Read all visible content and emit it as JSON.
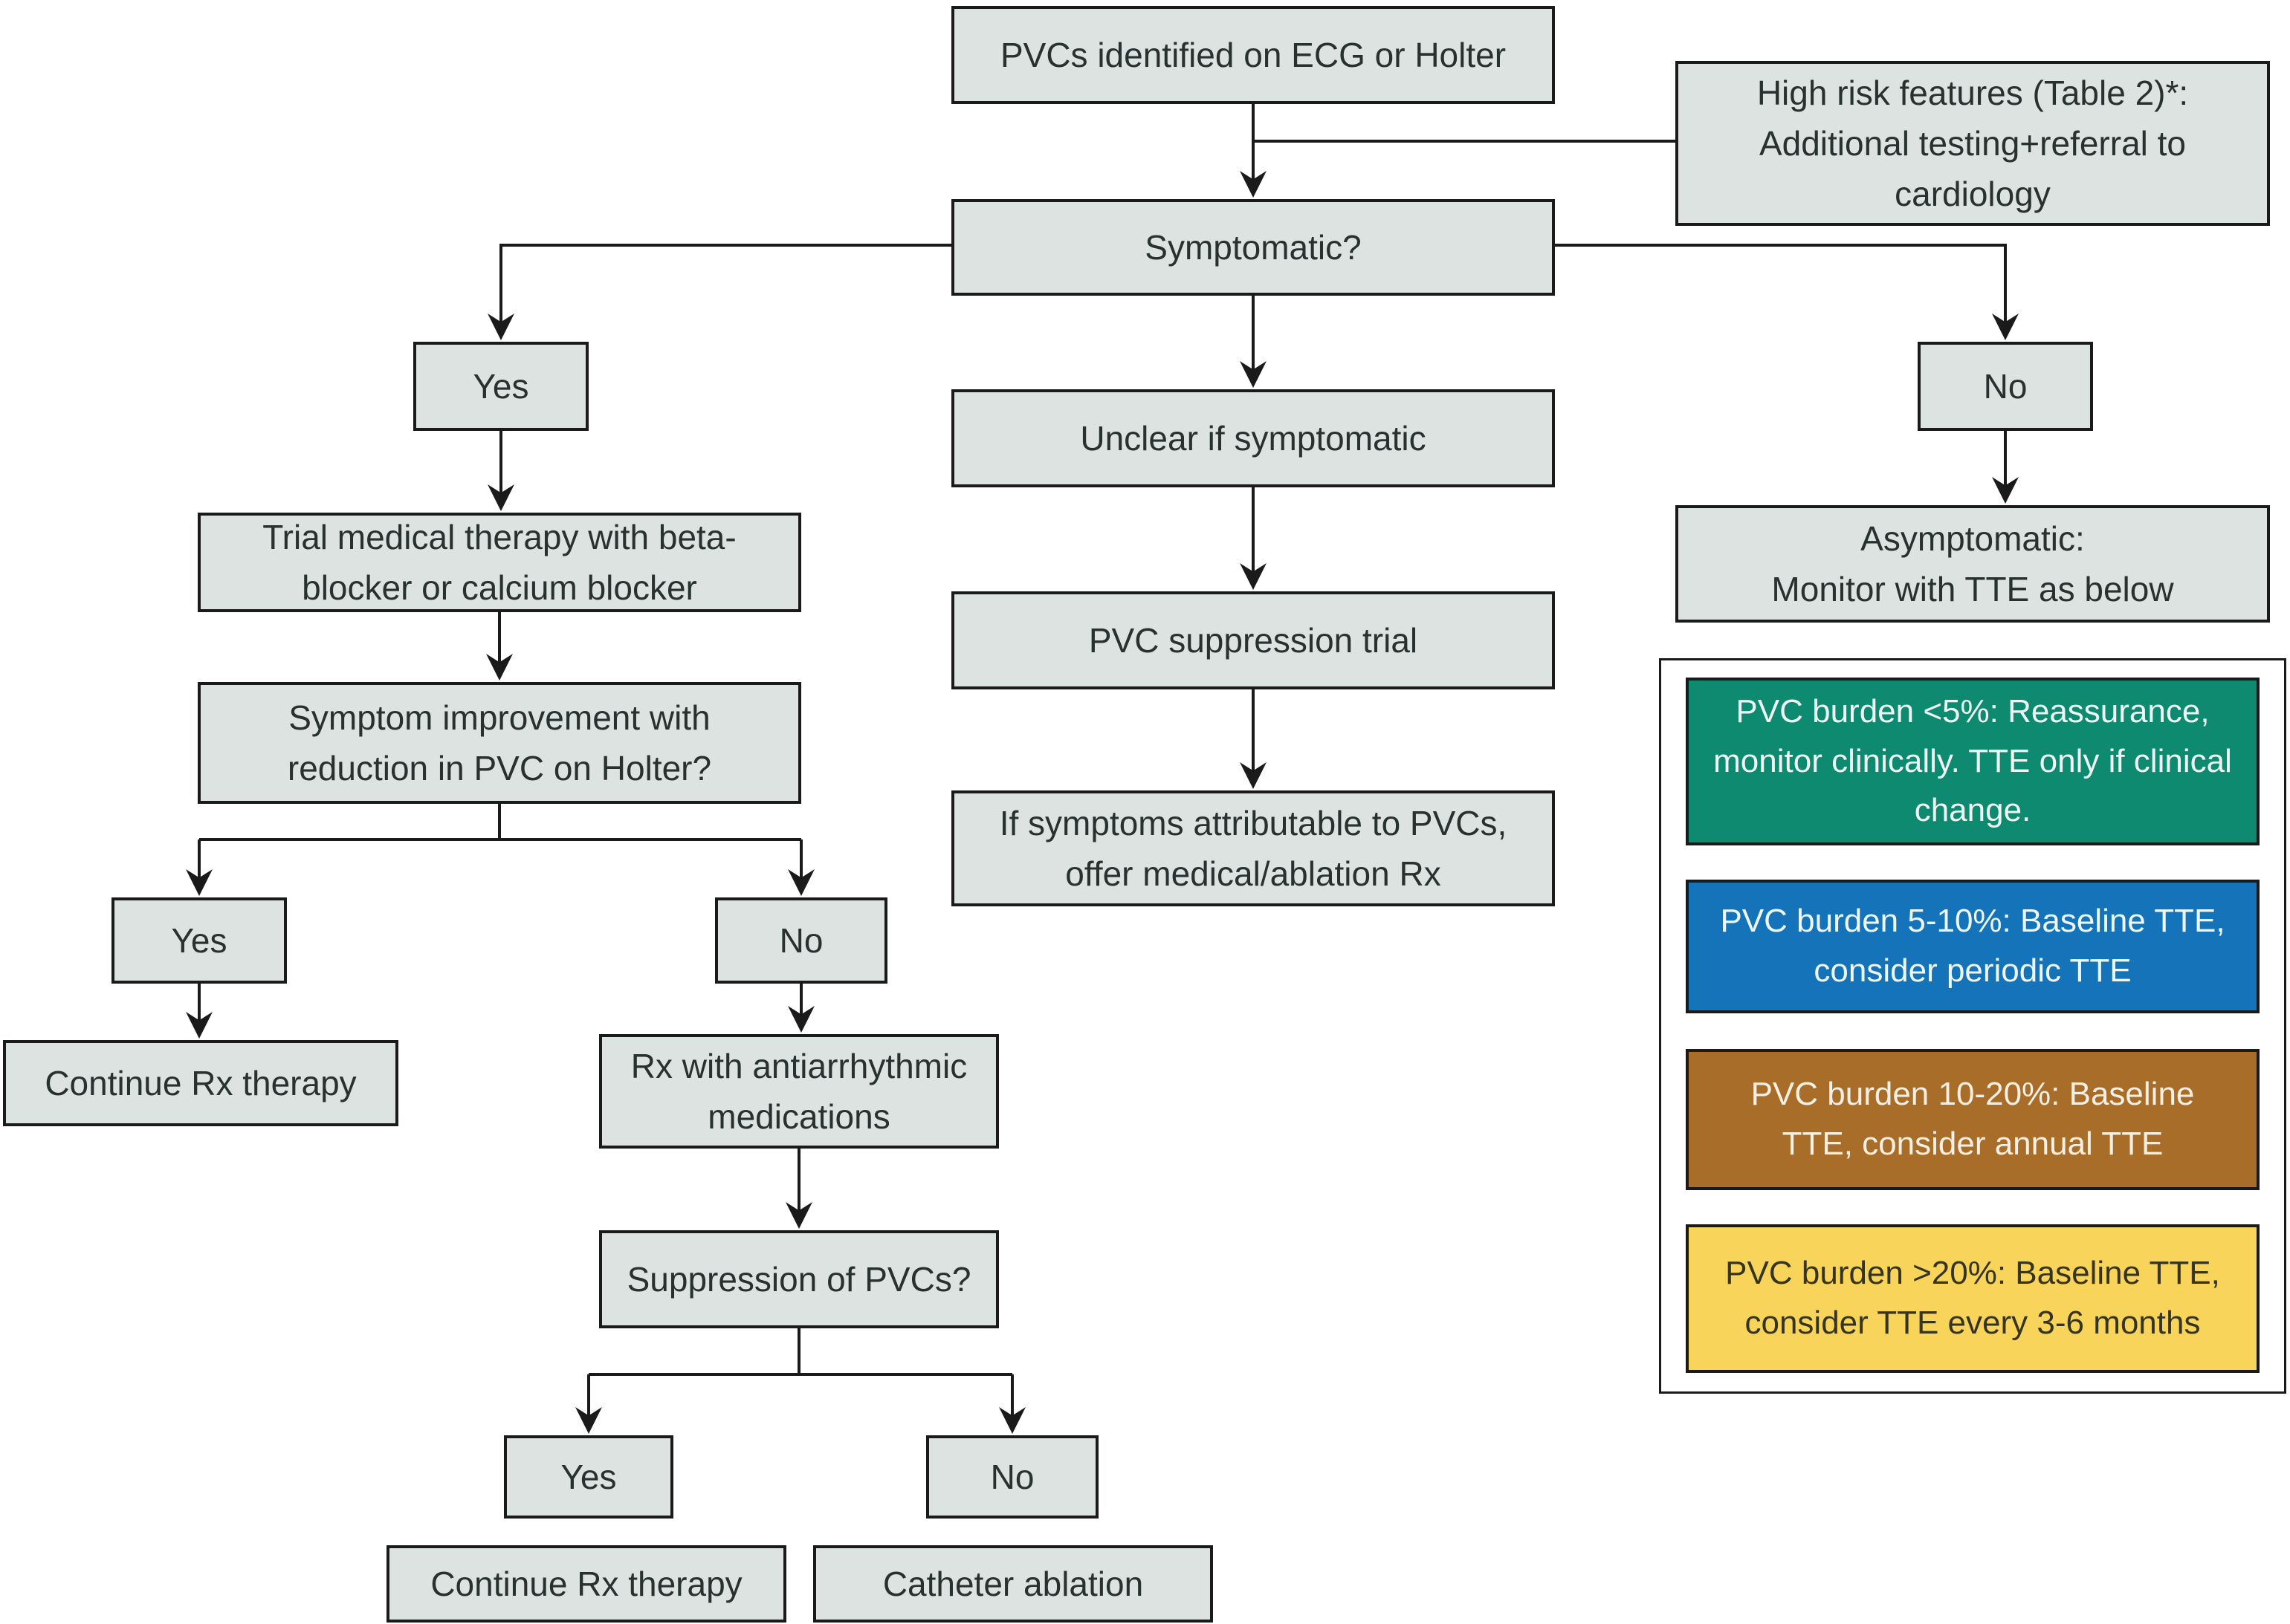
{
  "diagram": {
    "type": "flowchart",
    "background": "#ffffff",
    "line_color": "#1a1a1a",
    "node_fill": "#dde3e1",
    "node_border": "#1a1a1a",
    "text_color": "#273230"
  },
  "nodes": {
    "pvcs_top": {
      "label": "PVCs identified on ECG or Holter"
    },
    "high_risk": {
      "label": "High risk features (Table 2)*:\nAdditional testing+referral to\ncardiology"
    },
    "symptomatic": {
      "label": "Symptomatic?"
    },
    "yes_symptomatic": {
      "label": "Yes"
    },
    "trial_therapy": {
      "label": "Trial medical therapy with beta-\nblocker or calcium blocker"
    },
    "symptom_improvement": {
      "label": "Symptom improvement with\nreduction in PVC on Holter?"
    },
    "yes_improvement": {
      "label": "Yes"
    },
    "no_improvement": {
      "label": "No"
    },
    "continue_rx_1": {
      "label": "Continue Rx therapy"
    },
    "rx_antiarrhythmic": {
      "label": "Rx with antiarrhythmic\nmedications"
    },
    "suppression_pvcs": {
      "label": "Suppression of PVCs?"
    },
    "yes_suppression": {
      "label": "Yes"
    },
    "no_suppression": {
      "label": "No"
    },
    "continue_rx_2": {
      "label": "Continue Rx therapy"
    },
    "catheter_ablation": {
      "label": "Catheter ablation"
    },
    "unclear_symptomatic": {
      "label": "Unclear if symptomatic"
    },
    "pvc_suppression_trial": {
      "label": "PVC suppression trial"
    },
    "if_symptoms": {
      "label": "If symptoms attributable to PVCs,\noffer medical/ablation Rx"
    },
    "no_symptomatic": {
      "label": "No"
    },
    "asymptomatic": {
      "label": "Asymptomatic:\nMonitor with TTE as below"
    }
  },
  "tte_legend": {
    "green": {
      "label": "PVC burden <5%: Reassurance,\nmonitor clinically. TTE only if clinical\nchange.",
      "color": "#0e8a71"
    },
    "blue": {
      "label": "PVC burden 5-10%: Baseline TTE,\nconsider periodic TTE",
      "color": "#1573b9"
    },
    "brown": {
      "label": "PVC burden 10-20%: Baseline\nTTE, consider annual TTE",
      "color": "#a96d2a"
    },
    "yellow": {
      "label": "PVC burden >20%: Baseline TTE,\nconsider TTE every 3-6 months",
      "color": "#f9d45a"
    }
  }
}
